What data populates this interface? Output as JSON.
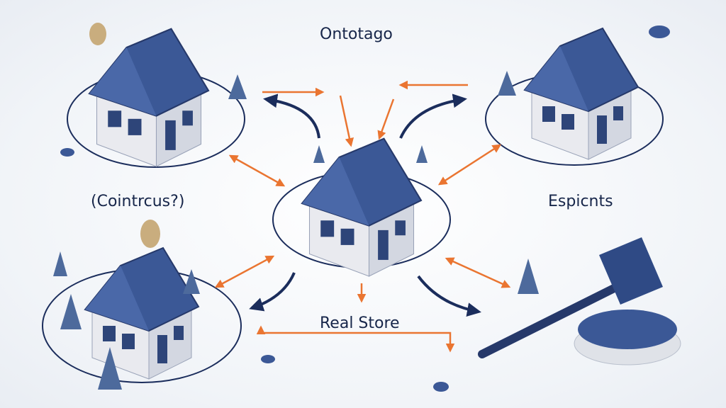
{
  "labels": {
    "top": "Ontotago",
    "left": "(Cointrcus?)",
    "right": "Espicnts",
    "bottom": "Real Store"
  },
  "colors": {
    "roof": "#3b5896",
    "roof_dark": "#26396a",
    "wall": "#e9eaef",
    "wall_shade": "#d3d7e1",
    "arrow_orange": "#ea7531",
    "arrow_navy": "#1b2d5c",
    "text": "#17264a"
  }
}
